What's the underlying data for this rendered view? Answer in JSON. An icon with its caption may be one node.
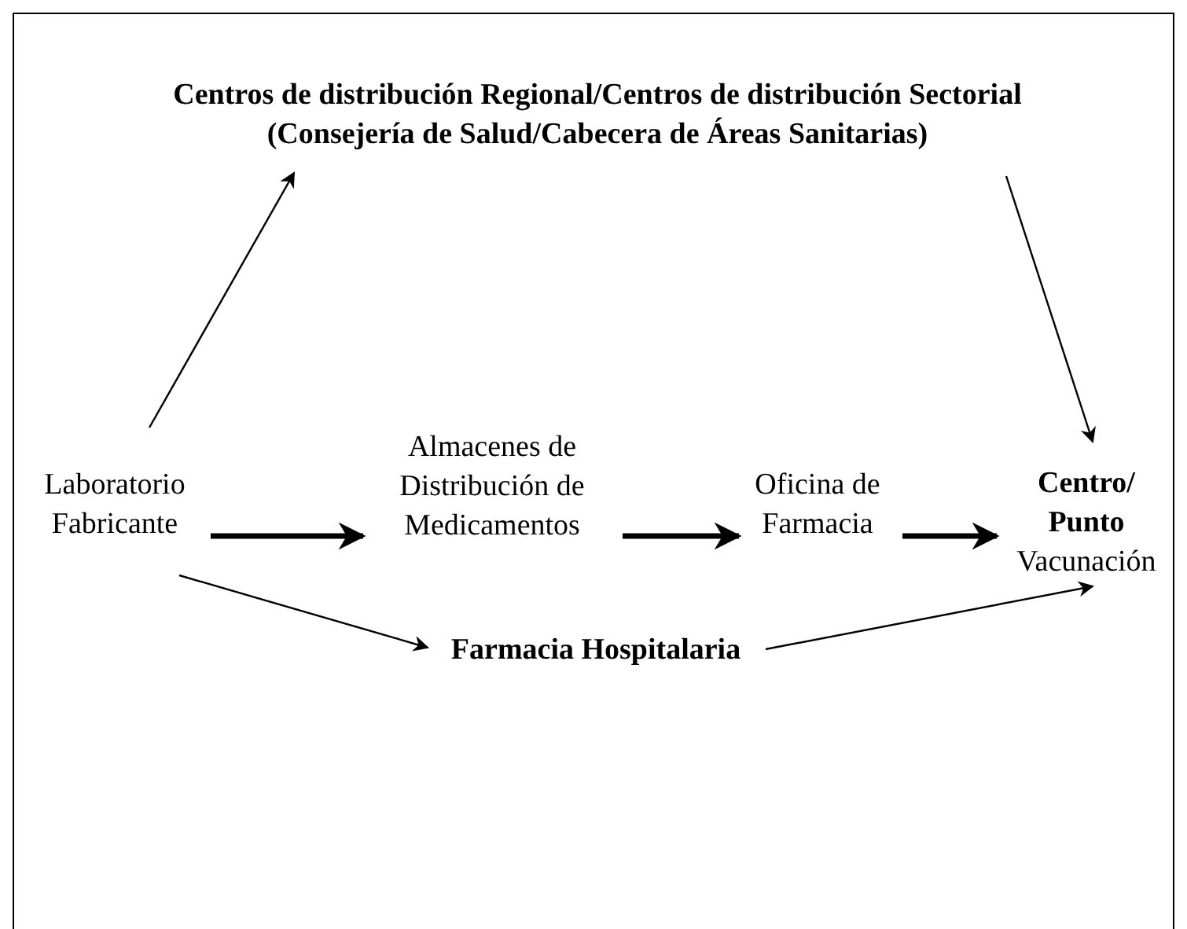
{
  "diagram": {
    "nodes": [
      {
        "text": [
          "Centros de distribución Regional/Centros de distribución Sectorial (Consejería de Salud/Cabecera de Áreas Sanitarias)"
        ]
      },
      {
        "text": [
          "Laboratorio Fabricante"
        ]
      },
      {
        "text": [
          "Almacenes de Distribución de Medicamentos"
        ]
      },
      {
        "text": [
          "Oficina de Farmacia"
        ]
      },
      {
        "text": [
          "Centro/ Punto",
          "Vacunación"
        ]
      },
      {
        "text": [
          "Farmacia Hospitalaria"
        ]
      }
    ],
    "edges": [
      {
        "from": 1,
        "to": 0,
        "arrow": "to"
      },
      {
        "from": 0,
        "to": 4,
        "arrow": "to"
      },
      {
        "from": 1,
        "to": 2,
        "arrow": "to",
        "style": "thick"
      },
      {
        "from": 2,
        "to": 3,
        "arrow": "to",
        "style": "thick"
      },
      {
        "from": 3,
        "to": 4,
        "arrow": "to",
        "style": "thick"
      },
      {
        "from": 1,
        "to": 5,
        "arrow": "to"
      },
      {
        "from": 5,
        "to": 4,
        "arrow": "to"
      }
    ]
  }
}
